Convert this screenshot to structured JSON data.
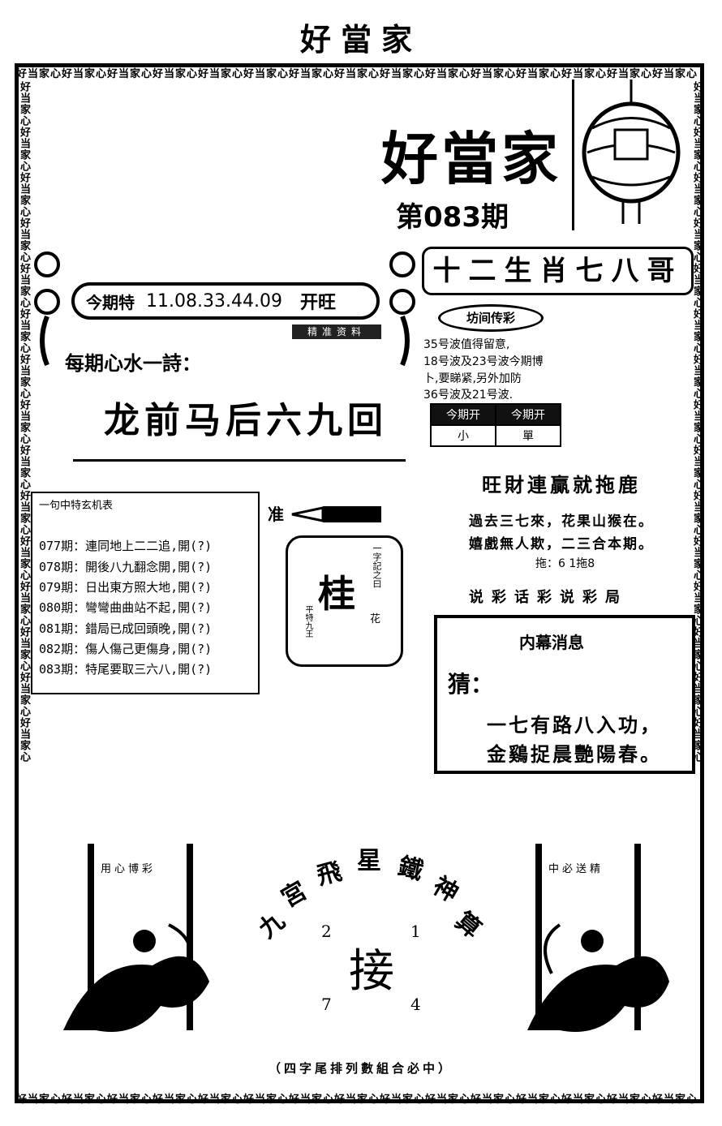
{
  "header": {
    "title": "好當家"
  },
  "border": {
    "pattern": "好当家心好当家心好当家心好当家心好当家心好当家心好当家心好当家心好当家心好当家心好当家心好当家心好当家心好当家心好当家心"
  },
  "logo": {
    "text": "好當家",
    "issue": "第083期"
  },
  "this_issue": {
    "label": "今期特",
    "numbers": "11.08.33.44.09",
    "tag": "开旺"
  },
  "dark_strip": "精准资料",
  "poem": {
    "heading": "每期心水一詩：",
    "line": "龙前马后六九回"
  },
  "zodiac": {
    "title": "十二生肖七八哥",
    "oval": "坊间传彩",
    "tips": [
      "35号波值得留意,",
      "18号波及23号波今期博",
      "卜,要睇紧,另外加防",
      "36号波及21号波."
    ],
    "table": {
      "headers": [
        "今期开",
        "今期开"
      ],
      "values": [
        "小",
        "單"
      ]
    }
  },
  "banner": {
    "text": "旺財連贏就拖鹿"
  },
  "poem2": {
    "line1": "過去三七來，花果山猴在。",
    "line2": "嬉戲無人欺，二三合本期。",
    "note": "拖：6 1拖8"
  },
  "banner2": "说彩话彩说彩局",
  "history": {
    "heading": "一句中特玄机表",
    "items": [
      "077期：連同地上二二追,開(?)",
      "078期：開後八九翻念開,開(?)",
      "079期：日出東方照大地,開(?)",
      "080期：彎彎曲曲站不起,開(?)",
      "081期：錯局已成回頭晚,開(?)",
      "082期：傷人傷己更傷身,開(?)",
      "083期：特尾要取三六八,開(?)"
    ]
  },
  "scroll": {
    "pointer": "准",
    "big_char": "桂",
    "side": "一字記之曰",
    "flower": "花",
    "small": "平特九王"
  },
  "inside": {
    "title": "内幕消息",
    "guess": "猜：",
    "line1": "一七有路八入功，",
    "line2": "金鷄捉晨艷陽春。"
  },
  "nine_palace": {
    "title_chars": [
      "九",
      "宮",
      "飛",
      "星",
      "鐵",
      "神",
      "算"
    ],
    "digits": [
      "2",
      "1",
      "7",
      "4"
    ],
    "center": "接"
  },
  "signs": {
    "left": "用心博彩",
    "right": "中必送精"
  },
  "footer": "（四字尾排列數組合必中）"
}
